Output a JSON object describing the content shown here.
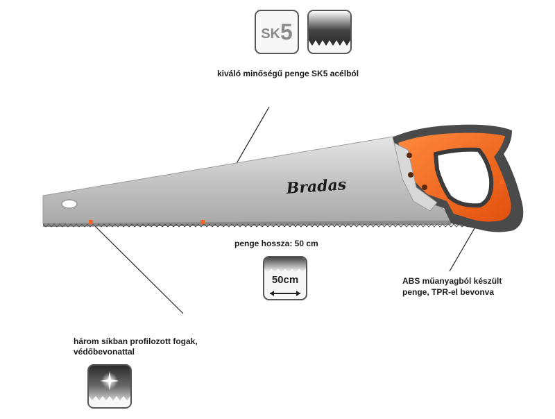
{
  "feature_sk5": {
    "caption": "kiváló minőségű penge SK5 acélból",
    "badge_prefix": "SK",
    "badge_number": "5"
  },
  "feature_length": {
    "caption": "penge hossza: 50 cm",
    "badge_text": "50cm"
  },
  "feature_handle": {
    "caption_line1": "ABS műanyagból készült",
    "caption_line2": "penge, TPR-el bevonva"
  },
  "feature_teeth": {
    "caption_line1": "három síkban profilozott fogak,",
    "caption_line2": "védőbevonattal"
  },
  "saw": {
    "brand": "Bradas",
    "accent_color": "#f26522",
    "handle_color": "#4a4a4a",
    "blade_color": "#c9c9c9"
  }
}
